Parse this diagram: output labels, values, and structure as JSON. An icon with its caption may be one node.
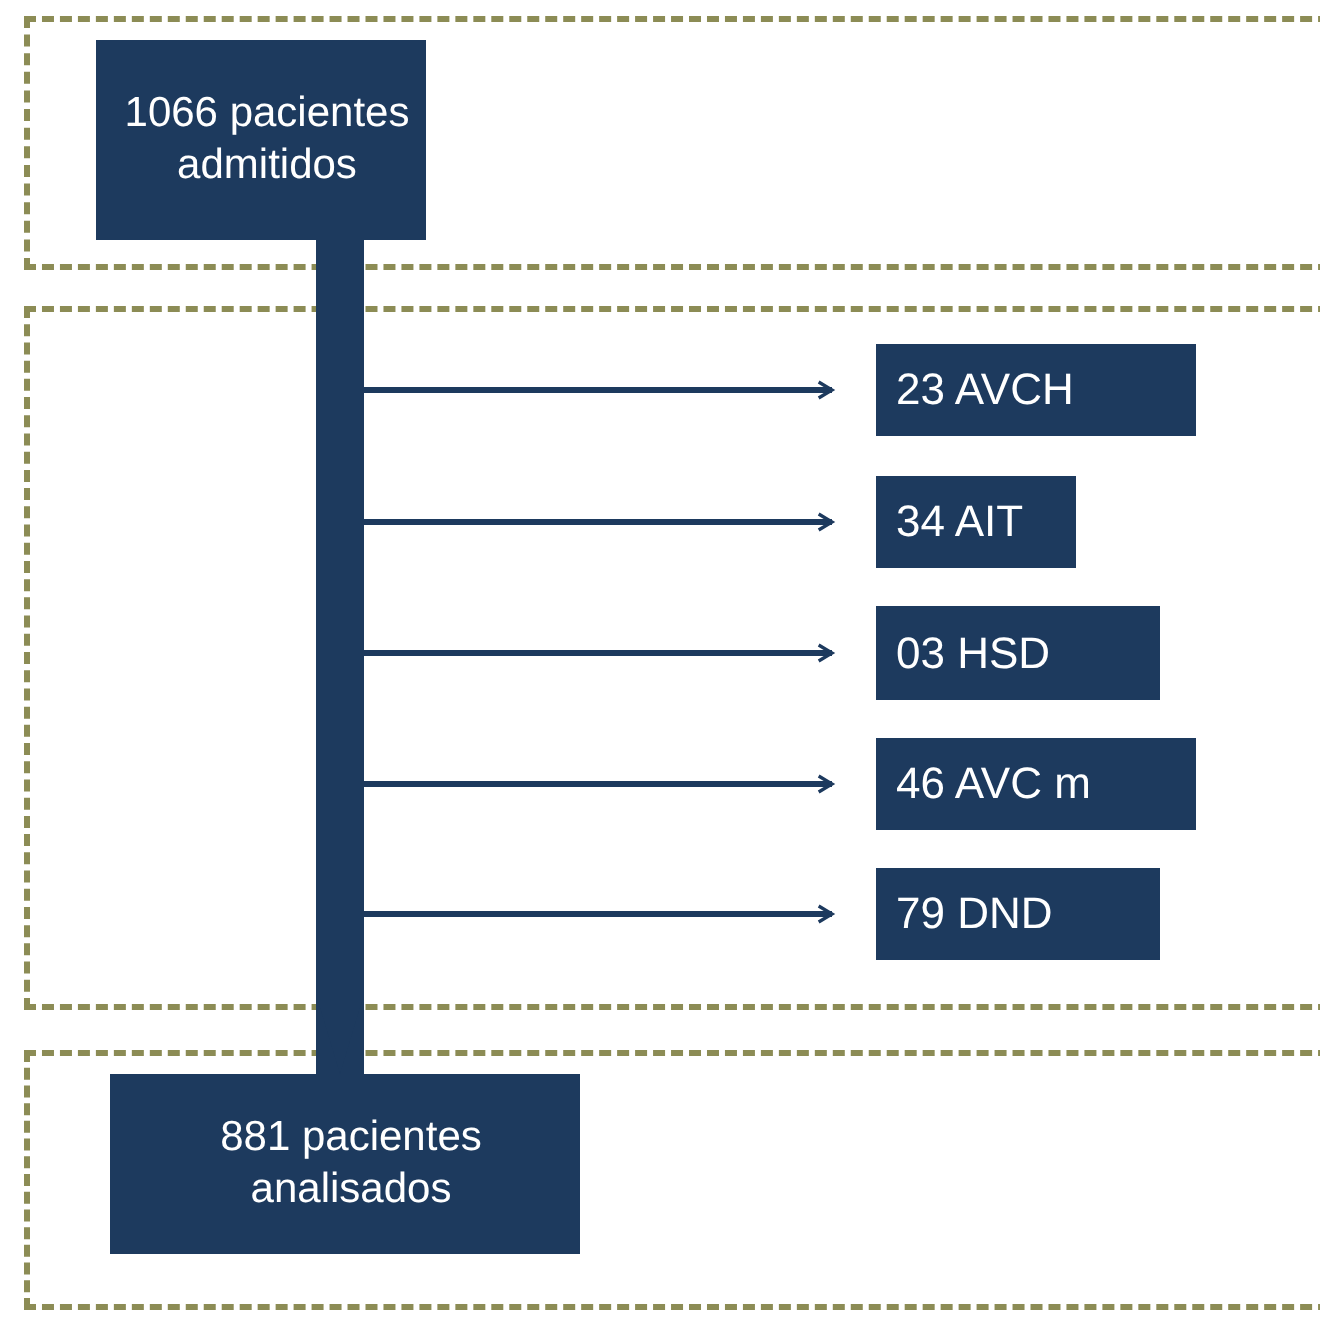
{
  "diagram": {
    "nodes": [
      {
        "text": [],
        "shape": "box"
      },
      {
        "text": [
          "1066 pacientes admitidos"
        ],
        "in": 0
      },
      {
        "text": [],
        "shape": "box"
      },
      {
        "text": [
          "23 AVCH"
        ],
        "in": 2
      },
      {
        "text": [
          "34 AIT"
        ],
        "in": 2
      },
      {
        "text": [
          "03 HSD"
        ],
        "in": 2
      },
      {
        "text": [
          "46 AVC m"
        ],
        "in": 2
      },
      {
        "text": [
          "79 DND"
        ],
        "in": 2
      },
      {
        "text": [],
        "shape": "box"
      },
      {
        "text": [
          "881 pacientes analisados"
        ],
        "in": 8
      }
    ],
    "edges": [
      {
        "from": 1,
        "to": 9,
        "arrow": "to",
        "style": "thick"
      },
      {
        "from": 1,
        "to": 3,
        "arrow": "to"
      },
      {
        "from": 1,
        "to": 4,
        "arrow": "to"
      },
      {
        "from": 1,
        "to": 5,
        "arrow": "to"
      },
      {
        "from": 1,
        "to": 6,
        "arrow": "to"
      },
      {
        "from": 1,
        "to": 7,
        "arrow": "to"
      }
    ]
  }
}
